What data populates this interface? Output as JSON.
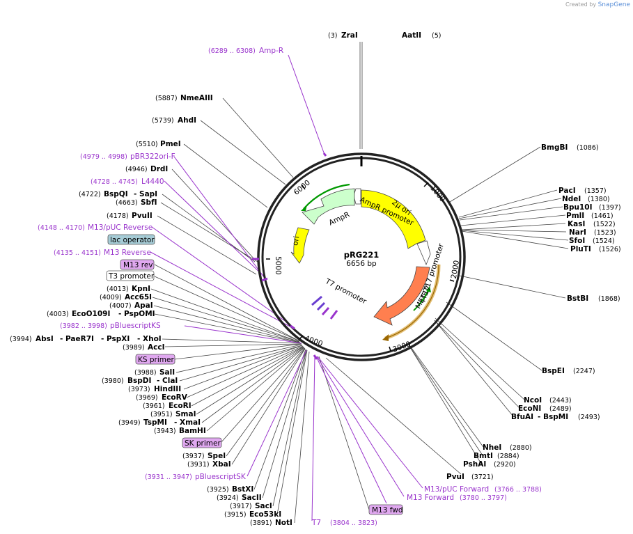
{
  "credit": {
    "prefix": "Created by",
    "brand": "SnapGene"
  },
  "plasmid": {
    "name": "pRG221",
    "size": "6656 bp"
  },
  "ticks": [
    "1000",
    "2000",
    "3000",
    "4000",
    "5000",
    "6000"
  ],
  "features": [
    {
      "name": "2µ ori",
      "color": "#ffff00"
    },
    {
      "name": "AmpR promoter",
      "color": "#ffffff"
    },
    {
      "name": "AmpR",
      "color": "#ccffcc"
    },
    {
      "name": "ori",
      "color": "#ffff00"
    },
    {
      "name": "MET17 promoter",
      "color": "#ffffff"
    },
    {
      "name": "MET17",
      "color": "#ff7f4f"
    },
    {
      "name": "T7 promoter",
      "color": "#ffffff"
    }
  ],
  "labels": {
    "zrai": {
      "pos": "(3)",
      "name": "ZraI"
    },
    "aatii": {
      "name": "AatII",
      "pos": "(5)"
    },
    "ampr_primer": {
      "pos": "(6289 .. 6308)",
      "name": "Amp-R"
    },
    "nmeaiii": {
      "pos": "(5887)",
      "name": "NmeAIII"
    },
    "ahdi": {
      "pos": "(5739)",
      "name": "AhdI"
    },
    "pmei": {
      "pos": "(5510)",
      "name": "PmeI"
    },
    "pbr322": {
      "pos": "(4979 .. 4998)",
      "name": "pBR322ori-F"
    },
    "drdi": {
      "pos": "(4946)",
      "name": "DrdI"
    },
    "l4440": {
      "pos": "(4728 .. 4745)",
      "name": "L4440"
    },
    "bspqi": {
      "pos": "(4722)",
      "name": "BspQI",
      "name2": "- SapI"
    },
    "sbfi": {
      "pos": "(4663)",
      "name": "SbfI"
    },
    "pvuii": {
      "pos": "(4178)",
      "name": "PvuII"
    },
    "m13puc_rev": {
      "pos": "(4148 .. 4170)",
      "name": "M13/pUC Reverse"
    },
    "lac_op": {
      "name": "lac operator"
    },
    "m13_reverse": {
      "pos": "(4135 .. 4151)",
      "name": "M13 Reverse"
    },
    "m13rev": {
      "name": "M13 rev"
    },
    "t7prom": {
      "name": "T3 promoter"
    },
    "kpni": {
      "pos": "(4013)",
      "name": "KpnI"
    },
    "acc65i": {
      "pos": "(4009)",
      "name": "Acc65I"
    },
    "apai": {
      "pos": "(4007)",
      "name": "ApaI"
    },
    "ecoo109i": {
      "pos": "(4003)",
      "name": "EcoO109I",
      "name2": "- PspOMI"
    },
    "pbluescriptks": {
      "pos": "(3982 .. 3998)",
      "name": "pBluescriptKS"
    },
    "absi": {
      "pos": "(3994)",
      "name": "AbsI",
      "name2": "- PaeR7I",
      "name3": "- PspXI",
      "name4": "- XhoI"
    },
    "acci": {
      "pos": "(3989)",
      "name": "AccI"
    },
    "ksprimer": {
      "name": "KS primer"
    },
    "sali": {
      "pos": "(3988)",
      "name": "SalI"
    },
    "bspdi": {
      "pos": "(3980)",
      "name": "BspDI",
      "name2": "- ClaI"
    },
    "hindiii": {
      "pos": "(3973)",
      "name": "HindIII"
    },
    "ecorv": {
      "pos": "(3969)",
      "name": "EcoRV"
    },
    "ecori": {
      "pos": "(3961)",
      "name": "EcoRI"
    },
    "smai": {
      "pos": "(3951)",
      "name": "SmaI"
    },
    "tspmi": {
      "pos": "(3949)",
      "name": "TspMI",
      "name2": "- XmaI"
    },
    "bamhi": {
      "pos": "(3943)",
      "name": "BamHI"
    },
    "skprimer": {
      "name": "SK primer"
    },
    "spei": {
      "pos": "(3937)",
      "name": "SpeI"
    },
    "xbai": {
      "pos": "(3931)",
      "name": "XbaI"
    },
    "pbluescriptsk": {
      "pos": "(3931 .. 3947)",
      "name": "pBluescriptSK"
    },
    "bstxi": {
      "pos": "(3925)",
      "name": "BstXI"
    },
    "sacii": {
      "pos": "(3924)",
      "name": "SacII"
    },
    "saci": {
      "pos": "(3917)",
      "name": "SacI"
    },
    "eco53ki": {
      "pos": "(3915)",
      "name": "Eco53kI"
    },
    "noti": {
      "pos": "(3891)",
      "name": "NotI"
    },
    "t7": {
      "name": "T7",
      "pos": "(3804 .. 3823)"
    },
    "m13fwd": {
      "name": "M13 fwd"
    },
    "m13forward": {
      "name": "M13 Forward",
      "pos": "(3780 .. 3797)"
    },
    "m13puc_fwd": {
      "name": "M13/pUC Forward",
      "pos": "(3766 .. 3788)"
    },
    "pvui": {
      "name": "PvuI",
      "pos": "(3721)"
    },
    "pshai": {
      "name": "PshAI",
      "pos": "(2920)"
    },
    "bmti": {
      "name": "BmtI",
      "pos": "(2884)"
    },
    "nhei": {
      "name": "NheI",
      "pos": "(2880)"
    },
    "bfuai": {
      "name": "BfuAI",
      "name2": "- BspMI",
      "pos": "(2493)"
    },
    "econi": {
      "name": "EcoNI",
      "pos": "(2489)"
    },
    "ncoi": {
      "name": "NcoI",
      "pos": "(2443)"
    },
    "bspei": {
      "name": "BspEI",
      "pos": "(2247)"
    },
    "bstbi": {
      "name": "BstBI",
      "pos": "(1868)"
    },
    "plutI": {
      "name": "PluTI",
      "pos": "(1526)"
    },
    "sfoi": {
      "name": "SfoI",
      "pos": "(1524)"
    },
    "nari": {
      "name": "NarI",
      "pos": "(1523)"
    },
    "kasi": {
      "name": "KasI",
      "pos": "(1522)"
    },
    "pmli": {
      "name": "PmlI",
      "pos": "(1461)"
    },
    "bpu10i": {
      "name": "Bpu10I",
      "pos": "(1397)"
    },
    "ndei": {
      "name": "NdeI",
      "pos": "(1380)"
    },
    "paci": {
      "name": "PacI",
      "pos": "(1357)"
    },
    "bmgbi": {
      "name": "BmgBI",
      "pos": "(1086)"
    }
  }
}
